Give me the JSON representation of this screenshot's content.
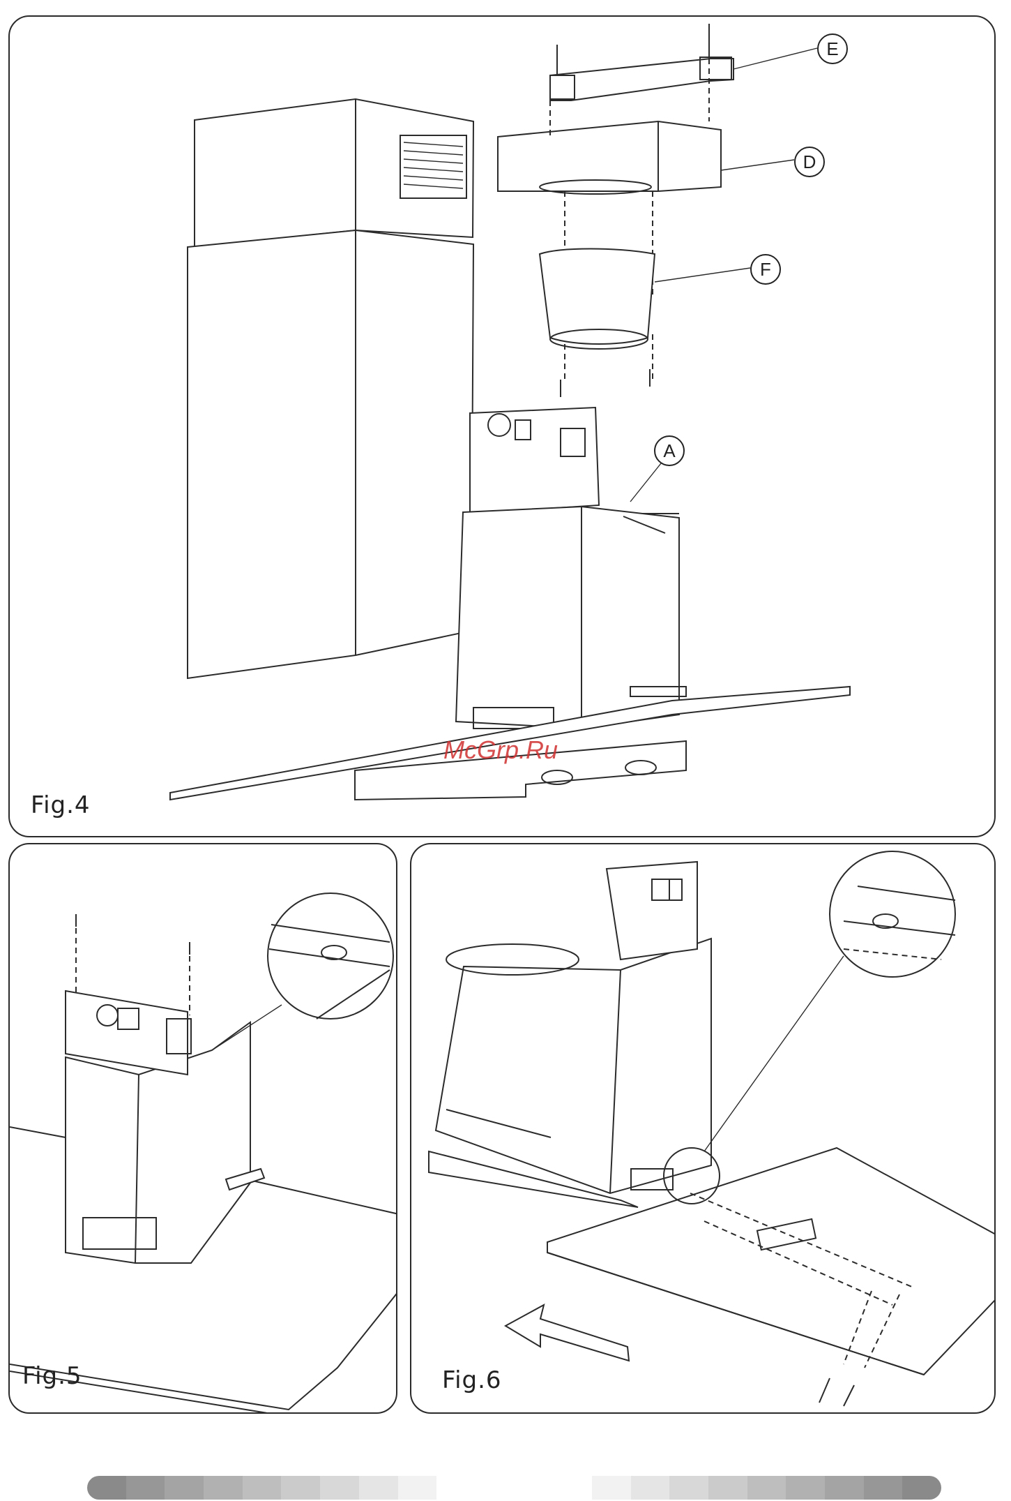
{
  "figures": {
    "fig4": {
      "label": "Fig.4"
    },
    "fig5": {
      "label": "Fig.5"
    },
    "fig6": {
      "label": "Fig.6"
    }
  },
  "callouts": {
    "a": "A",
    "d": "D",
    "e": "E",
    "f": "F"
  },
  "watermark": {
    "text": "McGrp.Ru",
    "color": "#d03030"
  },
  "colors": {
    "outline": "#2b2b2b",
    "background": "#ffffff"
  }
}
